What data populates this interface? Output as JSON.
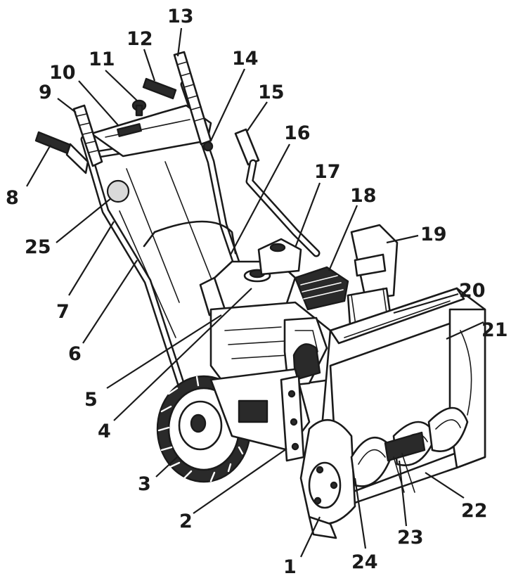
{
  "labels": [
    {
      "id": "1",
      "text": "1"
    },
    {
      "id": "2",
      "text": "2"
    },
    {
      "id": "3",
      "text": "3"
    },
    {
      "id": "4",
      "text": "4"
    },
    {
      "id": "5",
      "text": "5"
    },
    {
      "id": "6",
      "text": "6"
    },
    {
      "id": "7",
      "text": "7"
    },
    {
      "id": "8",
      "text": "8"
    },
    {
      "id": "9",
      "text": "9"
    },
    {
      "id": "10",
      "text": "10"
    },
    {
      "id": "11",
      "text": "11"
    },
    {
      "id": "12",
      "text": "12"
    },
    {
      "id": "13",
      "text": "13"
    },
    {
      "id": "14",
      "text": "14"
    },
    {
      "id": "15",
      "text": "15"
    },
    {
      "id": "16",
      "text": "16"
    },
    {
      "id": "17",
      "text": "17"
    },
    {
      "id": "18",
      "text": "18"
    },
    {
      "id": "19",
      "text": "19"
    },
    {
      "id": "20",
      "text": "20"
    },
    {
      "id": "21",
      "text": "21"
    },
    {
      "id": "22",
      "text": "22"
    },
    {
      "id": "23",
      "text": "23"
    },
    {
      "id": "24",
      "text": "24"
    },
    {
      "id": "25",
      "text": "25"
    }
  ],
  "colors": {
    "ink": "#1a1a1a",
    "paper": "#ffffff",
    "marker_fill": "#d9d9d9"
  }
}
